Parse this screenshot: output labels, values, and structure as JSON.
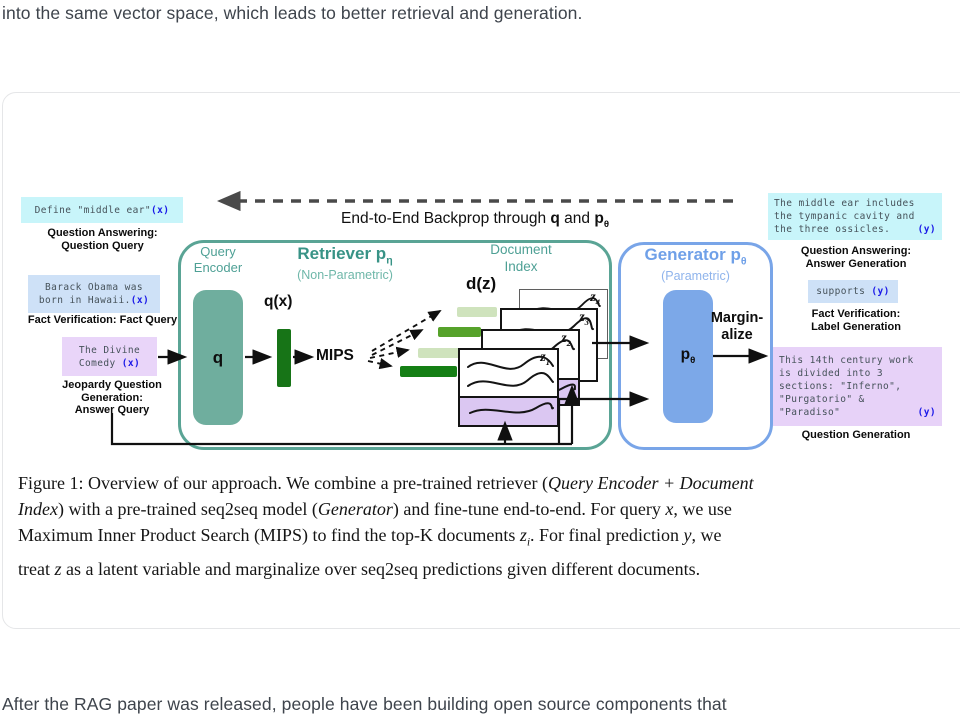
{
  "intro_text": "into the same vector space, which leads to better retrieval and generation.",
  "outro_text": "After the RAG paper was released, people have been building open source components that",
  "figure": {
    "backprop": {
      "prefix": "End-to-End Backprop through ",
      "q": "q",
      "mid": " and ",
      "p": "p",
      "p_sub": "θ"
    },
    "retriever": {
      "title": "Retriever p",
      "title_sub": "η",
      "subtitle": "(Non-Parametric)",
      "query_encoder": [
        "Query",
        "Encoder"
      ],
      "document_index": [
        "Document",
        "Index"
      ],
      "q": "q",
      "qx": "q(x)",
      "mips": "MIPS",
      "dz": "d(z)"
    },
    "generator": {
      "title": "Generator p",
      "title_sub": "θ",
      "subtitle": "(Parametric)",
      "p": "p",
      "p_sub": "θ",
      "marginalize": [
        "Margin-",
        "alize"
      ]
    },
    "docs": [
      {
        "base": "z",
        "sub": "4"
      },
      {
        "base": "z",
        "sub": "3"
      },
      {
        "base": "z",
        "sub": "2"
      },
      {
        "base": "z",
        "sub": "1"
      }
    ],
    "left_boxes": [
      {
        "lines": [
          "Define \"middle ear\""
        ],
        "var": "(x)",
        "caption": [
          "Question Answering:",
          "Question Query"
        ]
      },
      {
        "lines": [
          "Barack Obama was",
          "born in Hawaii."
        ],
        "var": "(x)",
        "caption": [
          "Fact Verification: Fact Query"
        ]
      },
      {
        "lines": [
          "The Divine",
          "Comedy "
        ],
        "var": "(x)",
        "caption": [
          "Jeopardy Question",
          "Generation:",
          "Answer Query"
        ]
      }
    ],
    "right_boxes": [
      {
        "lines": [
          "The middle ear includes",
          "the tympanic cavity and",
          "the three ossicles."
        ],
        "var": "(y)",
        "caption": [
          "Question Answering:",
          "Answer Generation"
        ]
      },
      {
        "lines": [
          "supports "
        ],
        "var": "(y)",
        "caption": [
          "Fact Verification:",
          "Label Generation"
        ]
      },
      {
        "lines": [
          "This 14th century work",
          "is divided into 3",
          "sections: \"Inferno\",",
          "\"Purgatorio\" &",
          "\"Paradiso\""
        ],
        "var": "(y)",
        "caption": [
          "Question Generation"
        ]
      }
    ],
    "caption": {
      "lines": [
        [
          {
            "t": "Figure 1: Overview of our approach. We combine a pre-trained retriever ("
          },
          {
            "t": "Query Encoder",
            "i": true
          },
          {
            "t": " + ",
            "i": true
          },
          {
            "t": "Document",
            "i": true
          }
        ],
        [
          {
            "t": "Index",
            "i": true
          },
          {
            "t": ") with a pre-trained seq2seq model ("
          },
          {
            "t": "Generator",
            "i": true
          },
          {
            "t": ") and fine-tune end-to-end. For query "
          },
          {
            "t": "x",
            "i": true
          },
          {
            "t": ", we use"
          }
        ],
        [
          {
            "t": "Maximum Inner Product Search (MIPS) to find the top-K documents "
          },
          {
            "t": "z",
            "i": true
          },
          {
            "t": "i",
            "i": true,
            "sub": true
          },
          {
            "t": ". For final prediction "
          },
          {
            "t": "y",
            "i": true
          },
          {
            "t": ", we"
          }
        ],
        [
          {
            "t": "treat "
          },
          {
            "t": "z",
            "i": true
          },
          {
            "t": " as a latent variable and marginalize over seq2seq predictions given different documents."
          }
        ]
      ]
    }
  },
  "colors": {
    "teal_border": "#5aa495",
    "teal_text": "#4ea095",
    "teal_fill": "#6fae9e",
    "blue_border": "#79a5e8",
    "blue_text": "#6fa0e8",
    "blue_fill": "#7ca8e8",
    "cyan_box": "#c8f5fa",
    "lightblue_box": "#cee1f7",
    "purple_box": "#e9d5f9",
    "doc_purple": "#dbc7f2",
    "green_dark": "#157f15",
    "green_mid": "#56a22a",
    "green_light": "#cfe3bd",
    "var_blue": "#1a18e8",
    "arrow_gray": "#4a4a4a"
  }
}
